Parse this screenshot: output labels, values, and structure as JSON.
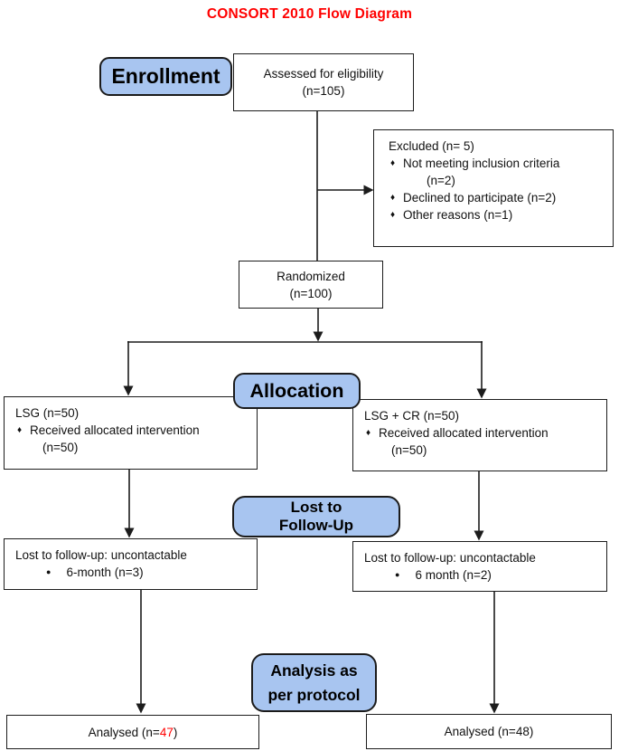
{
  "title": "CONSORT 2010 Flow Diagram",
  "colors": {
    "title": "#FF0000",
    "highlight": "#FF0000",
    "label_fill": "#A8C5F0",
    "box_border": "#1C1C1C",
    "line": "#1C1C1C"
  },
  "icons": {
    "diamond_bullet": "♦",
    "round_bullet": "●"
  },
  "labels": {
    "enrollment": "Enrollment",
    "allocation": "Allocation",
    "lost_to_followup_line1": "Lost to",
    "lost_to_followup_line2": "Follow-Up",
    "analysis_line1": "Analysis as",
    "analysis_line2": "per protocol"
  },
  "boxes": {
    "assessed": {
      "line1": "Assessed for eligibility",
      "line2": "(n=105)"
    },
    "excluded": {
      "title": "Excluded (n= 5)",
      "bullet1": "Not meeting inclusion criteria",
      "bullet1_cont": "(n=2)",
      "bullet2": "Declined to participate (n=2)",
      "bullet3": "Other reasons (n=1)"
    },
    "randomized": {
      "line1": "Randomized",
      "line2": "(n=100)"
    },
    "alloc_left": {
      "title": "LSG (n=50)",
      "bullet": "Received allocated intervention",
      "bullet_cont": "(n=50)"
    },
    "alloc_right": {
      "title": "LSG + CR (n=50)",
      "bullet": "Received allocated intervention",
      "bullet_cont": "(n=50)"
    },
    "lost_left": {
      "line1": "Lost to follow-up: uncontactable",
      "bullet": "6-month (n=3)"
    },
    "lost_right": {
      "line1": "Lost to follow-up: uncontactable",
      "bullet": "6 month (n=2)"
    },
    "analysed_left": {
      "prefix": "Analysed (n=",
      "value": "47",
      "suffix": ")"
    },
    "analysed_right": {
      "prefix": "Analysed (n=",
      "value": "48",
      "suffix": ")"
    }
  }
}
